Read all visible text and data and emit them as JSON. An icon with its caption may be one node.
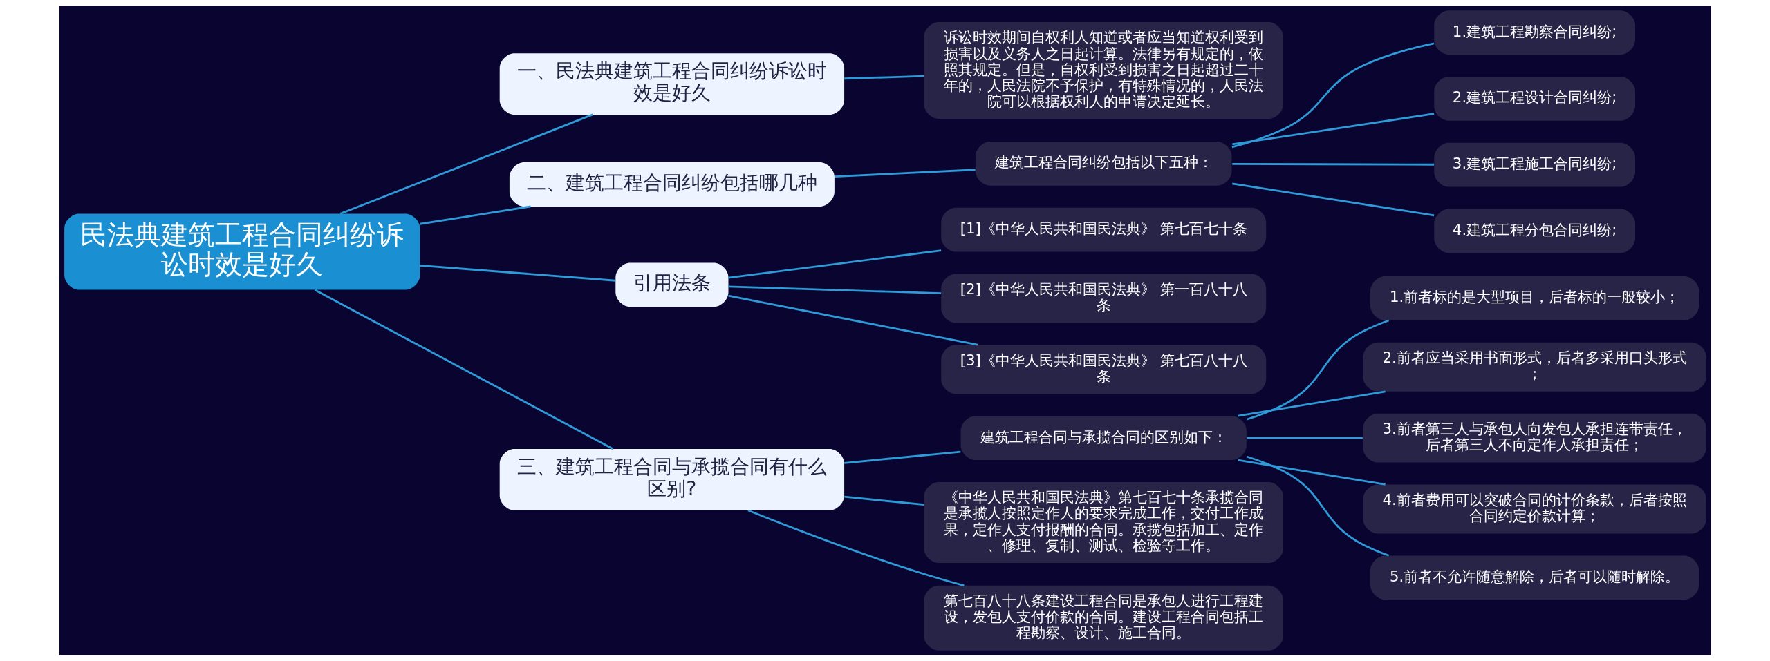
{
  "diagram": {
    "nodes": [
      {
        "text": [
          "民法典建筑工程合同纠纷诉讼时效是好久"
        ]
      },
      {
        "text": [
          "一、民法典建筑工程合同纠纷诉讼时效是好久"
        ]
      },
      {
        "text": [
          "诉讼时效期间自权利人知道或者应当知道权利受到损害以及义务人之日起计算。法律另有规定的，依照其规定。但是，自权利受到损害之日起超过二十年的，人民法院不予保护，有特殊情况的，人民法院可以根据权利人的申请决定延长。"
        ]
      },
      {
        "text": [
          "二、建筑工程合同纠纷包括哪几种"
        ]
      },
      {
        "text": [
          "建筑工程合同纠纷包括以下五种："
        ]
      },
      {
        "text": [
          "1.建筑工程勘察合同纠纷;"
        ]
      },
      {
        "text": [
          "2.建筑工程设计合同纠纷;"
        ]
      },
      {
        "text": [
          "3.建筑工程施工合同纠纷;"
        ]
      },
      {
        "text": [
          "4.建筑工程分包合同纠纷;"
        ]
      },
      {
        "text": [
          "引用法条"
        ]
      },
      {
        "text": [
          "[1]《中华人民共和国民法典》 第七百七十条"
        ]
      },
      {
        "text": [
          "[2]《中华人民共和国民法典》 第一百八十八条"
        ]
      },
      {
        "text": [
          "[3]《中华人民共和国民法典》 第七百八十八条"
        ]
      },
      {
        "text": [
          "三、建筑工程合同与承揽合同有什么区别?"
        ]
      },
      {
        "text": [
          "建筑工程合同与承揽合同的区别如下："
        ]
      },
      {
        "text": [
          "1.前者标的是大型项目，后者标的一般较小；"
        ]
      },
      {
        "text": [
          "2.前者应当采用书面形式，后者多采用口头形式；"
        ]
      },
      {
        "text": [
          "3.前者第三人与承包人向发包人承担连带责任，后者第三人不向定作人承担责任；"
        ]
      },
      {
        "text": [
          "4.前者费用可以突破合同的计价条款，后者按照合同约定价款计算；"
        ]
      },
      {
        "text": [
          "5.前者不允许随意解除，后者可以随时解除。"
        ]
      },
      {
        "text": [
          "《中华人民共和国民法典》第七百七十条承揽合同是承揽人按照定作人的要求完成工作，交付工作成果，定作人支付报酬的合同。承揽包括加工、定作、修理、复制、测试、检验等工作。"
        ]
      },
      {
        "text": [
          "第七百八十八条建设工程合同是承包人进行工程建设，发包人支付价款的合同。建设工程合同包括工程勘察、设计、施工合同。"
        ]
      }
    ],
    "edges": [
      {
        "from": 0,
        "to": 1,
        "arrow": "none"
      },
      {
        "from": 1,
        "to": 2,
        "arrow": "none"
      },
      {
        "from": 0,
        "to": 3,
        "arrow": "none"
      },
      {
        "from": 3,
        "to": 4,
        "arrow": "none"
      },
      {
        "from": 4,
        "to": 5,
        "arrow": "none"
      },
      {
        "from": 4,
        "to": 6,
        "arrow": "none"
      },
      {
        "from": 4,
        "to": 7,
        "arrow": "none"
      },
      {
        "from": 4,
        "to": 8,
        "arrow": "none"
      },
      {
        "from": 0,
        "to": 9,
        "arrow": "none"
      },
      {
        "from": 9,
        "to": 10,
        "arrow": "none"
      },
      {
        "from": 9,
        "to": 11,
        "arrow": "none"
      },
      {
        "from": 9,
        "to": 12,
        "arrow": "none"
      },
      {
        "from": 0,
        "to": 13,
        "arrow": "none"
      },
      {
        "from": 13,
        "to": 14,
        "arrow": "none"
      },
      {
        "from": 14,
        "to": 15,
        "arrow": "none"
      },
      {
        "from": 14,
        "to": 16,
        "arrow": "none"
      },
      {
        "from": 14,
        "to": 17,
        "arrow": "none"
      },
      {
        "from": 14,
        "to": 18,
        "arrow": "none"
      },
      {
        "from": 14,
        "to": 19,
        "arrow": "none"
      },
      {
        "from": 13,
        "to": 20,
        "arrow": "none"
      },
      {
        "from": 13,
        "to": 21,
        "arrow": "none"
      }
    ]
  }
}
